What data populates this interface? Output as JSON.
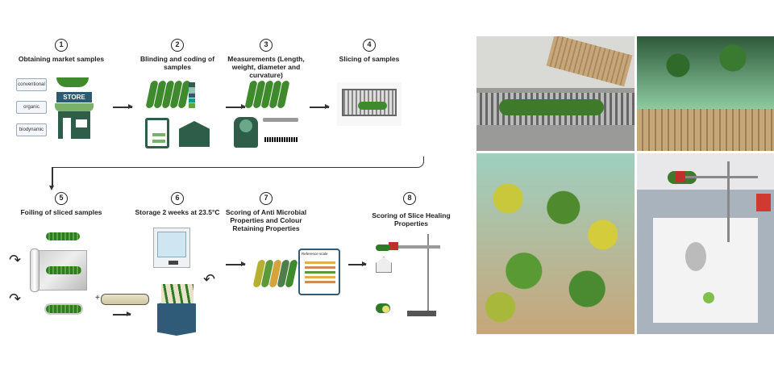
{
  "steps": [
    {
      "number": "1",
      "title": "Obtaining market samples",
      "tags": [
        "conventional",
        "organic",
        "biodynamic"
      ],
      "store_sign": "STORE"
    },
    {
      "number": "2",
      "title": "Blinding and coding of samples"
    },
    {
      "number": "3",
      "title": "Measurements (Length, weight, diameter and curvature)"
    },
    {
      "number": "4",
      "title": "Slicing of samples"
    },
    {
      "number": "5",
      "title": "Foiling of sliced samples",
      "plus": "+"
    },
    {
      "number": "6",
      "title": "Storage 2 weeks at 23.5°C"
    },
    {
      "number": "7",
      "title": "Scoring of Anti Microbial Properties and Colour Retaining Properties",
      "doc_label": "Reference scale"
    },
    {
      "number": "8",
      "title": "Scoring of Slice Healing Properties"
    }
  ],
  "colors": {
    "dark_green": "#2e5e4a",
    "cucumber": "#3f8a2c",
    "box_blue": "#2f5a78"
  }
}
